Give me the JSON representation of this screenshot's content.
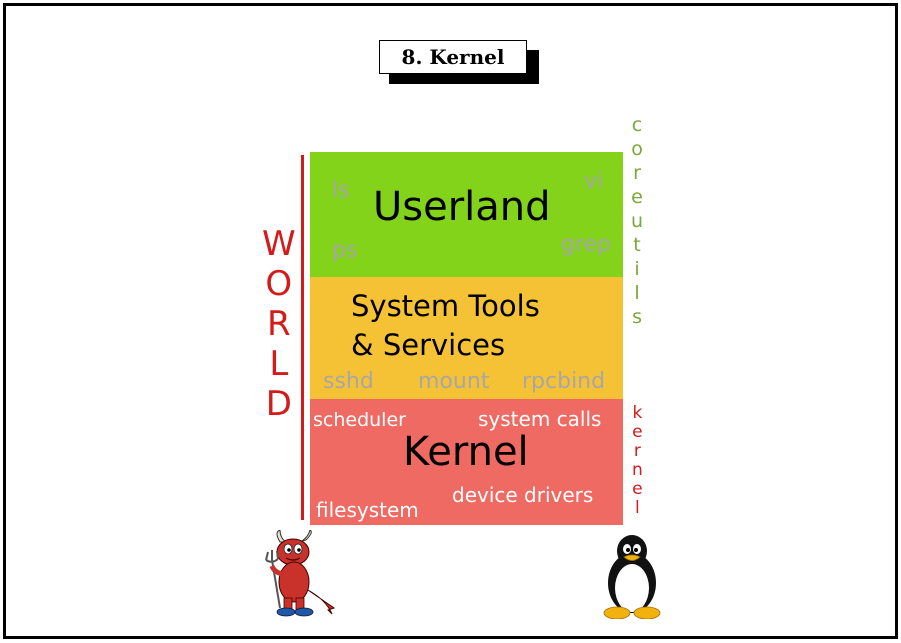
{
  "title": "8. Kernel",
  "layers": {
    "userland": {
      "label": "Userland",
      "examples": [
        "ls",
        "vi",
        "ps",
        "grep"
      ]
    },
    "system_tools": {
      "label_line1": "System Tools",
      "label_line2": "& Services",
      "examples": [
        "sshd",
        "mount",
        "rpcbind"
      ]
    },
    "kernel": {
      "label": "Kernel",
      "examples": [
        "scheduler",
        "system calls",
        "device drivers",
        "filesystem"
      ]
    }
  },
  "side_labels": {
    "world": [
      "W",
      "O",
      "R",
      "L",
      "D"
    ],
    "coreutils": [
      "c",
      "o",
      "r",
      "e",
      "u",
      "t",
      "i",
      "l",
      "s"
    ],
    "kernel": [
      "k",
      "e",
      "r",
      "n",
      "e",
      "l"
    ]
  },
  "mascots": [
    "bsd-daemon-icon",
    "tux-penguin-icon"
  ],
  "colors": {
    "userland": "#83d31a",
    "system_tools": "#f4c234",
    "kernel": "#ef6a62",
    "world": "#d41b1b",
    "coreutils": "#7aa83a"
  }
}
